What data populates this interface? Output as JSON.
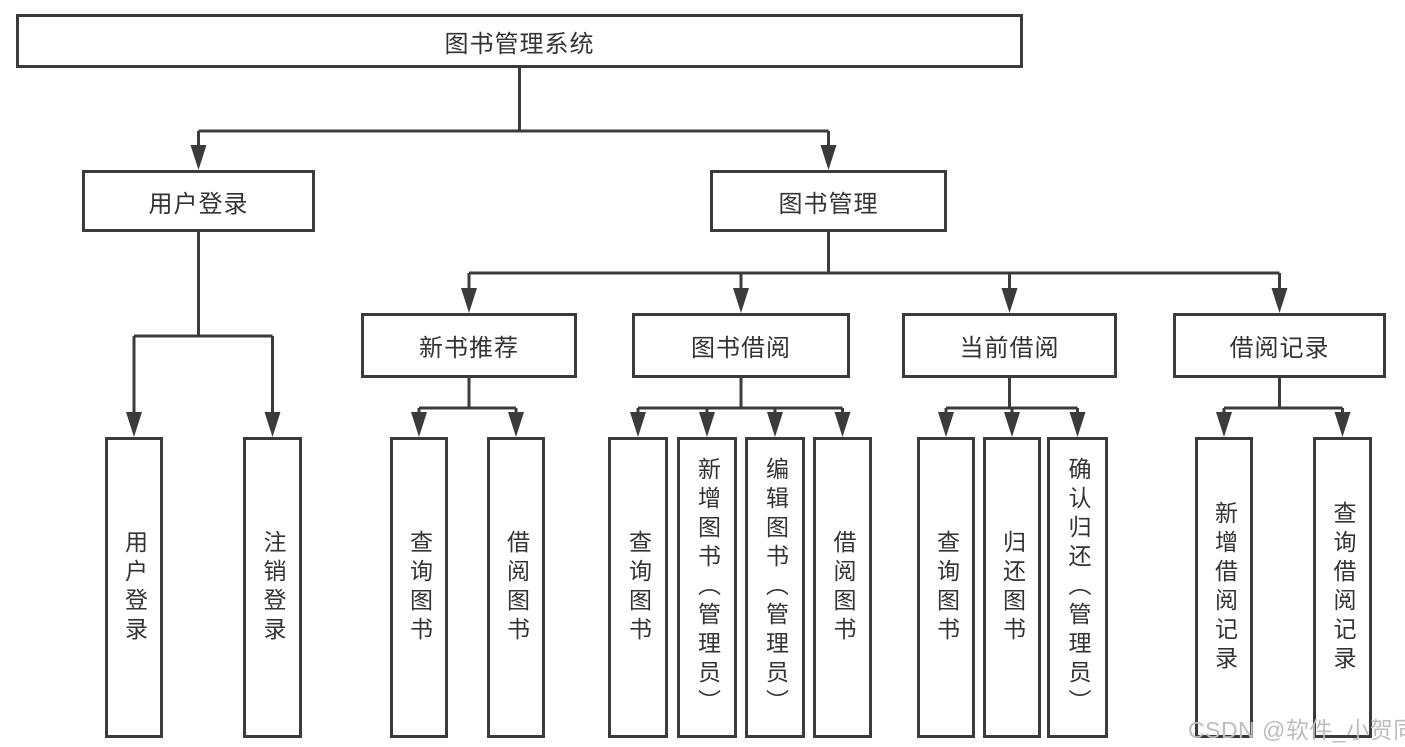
{
  "diagram": {
    "root": {
      "label": "图书管理系统"
    },
    "level1": [
      {
        "label": "用户登录"
      },
      {
        "label": "图书管理"
      }
    ],
    "level2": [
      {
        "label": "新书推荐"
      },
      {
        "label": "图书借阅"
      },
      {
        "label": "当前借阅"
      },
      {
        "label": "借阅记录"
      }
    ],
    "leaves": {
      "user_login": [
        "用户登录",
        "注销登录"
      ],
      "new_book": [
        "查询图书",
        "借阅图书"
      ],
      "book_borrow": [
        "查询图书",
        "新增图书（管理员）",
        "编辑图书（管理员）",
        "借阅图书"
      ],
      "current_borrow": [
        "查询图书",
        "归还图书",
        "确认归还（管理员）"
      ],
      "borrow_records": [
        "新增借阅记录",
        "查询借阅记录"
      ]
    },
    "watermark": "CSDN @软件_小贺同学",
    "colors": {
      "line": "#3b3b3b",
      "text": "#333333",
      "watermark": "#bdbdbd",
      "background": "#ffffff"
    }
  }
}
